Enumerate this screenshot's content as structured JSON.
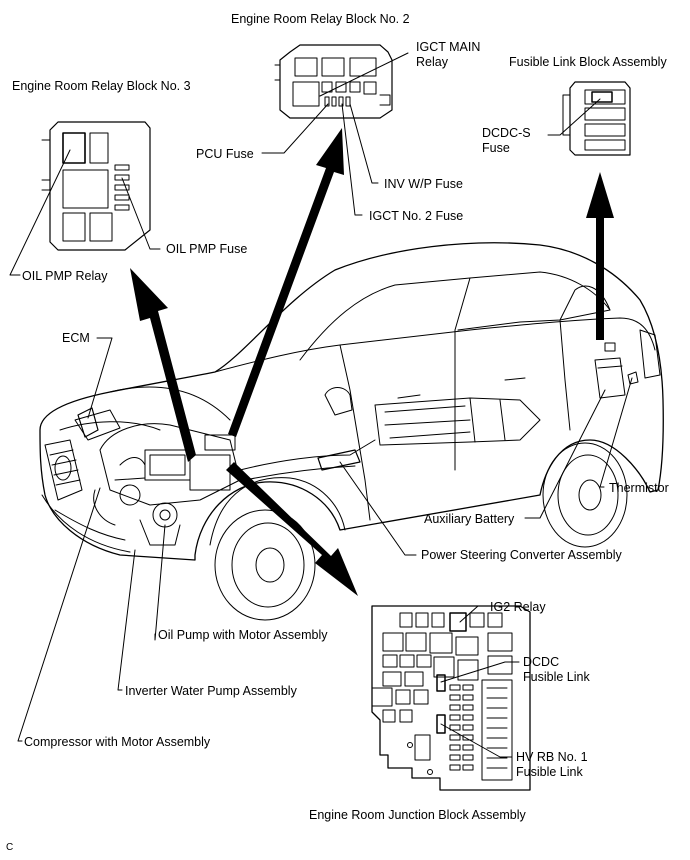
{
  "labels": {
    "relay_block_2": "Engine Room Relay Block No. 2",
    "relay_block_3": "Engine Room Relay Block No. 3",
    "fusible_link_block": "Fusible Link Block Assembly",
    "igct_main_relay": "IGCT MAIN\nRelay",
    "dcdc_s_fuse": "DCDC-S\nFuse",
    "pcu_fuse": "PCU Fuse",
    "inv_wp_fuse": "INV W/P Fuse",
    "igct_no2_fuse": "IGCT No. 2 Fuse",
    "oil_pmp_fuse": "OIL PMP Fuse",
    "oil_pmp_relay": "OIL PMP Relay",
    "ecm": "ECM",
    "thermistor": "Thermistor",
    "auxiliary_battery": "Auxiliary Battery",
    "power_steering_converter": "Power Steering Converter Assembly",
    "ig2_relay": "IG2 Relay",
    "oil_pump_motor": "Oil Pump with Motor Assembly",
    "dcdc_fusible_link": "DCDC\nFusible Link",
    "inverter_water_pump": "Inverter Water Pump Assembly",
    "hv_rb_fusible_link": "HV RB No. 1\nFusible Link",
    "compressor_motor": "Compressor with Motor Assembly",
    "junction_block": "Engine Room Junction Block Assembly",
    "corner_code": "C"
  }
}
